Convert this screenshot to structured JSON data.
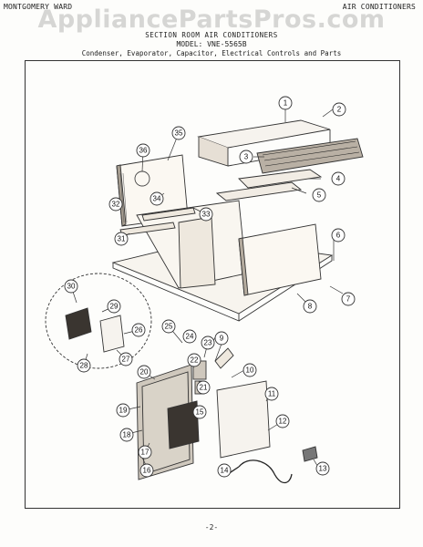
{
  "header": {
    "left": "MONTGOMERY WARD",
    "right": "AIR CONDITIONERS",
    "watermark": "AppliancePartsPros.com"
  },
  "title": {
    "line1": "SECTION ROOM AIR CONDITIONERS",
    "line2": "MODEL: VNE-5565B",
    "line3": "Condenser, Evaporator, Capacitor, Electrical Controls and Parts"
  },
  "footer": {
    "page": "-2-"
  },
  "callouts": [
    "1",
    "2",
    "3",
    "4",
    "5",
    "6",
    "7",
    "8",
    "9",
    "10",
    "11",
    "12",
    "13",
    "14",
    "15",
    "16",
    "17",
    "18",
    "19",
    "20",
    "21",
    "22",
    "23",
    "24",
    "25",
    "26",
    "27",
    "28",
    "29",
    "30",
    "31",
    "32",
    "33",
    "34",
    "35",
    "36"
  ]
}
